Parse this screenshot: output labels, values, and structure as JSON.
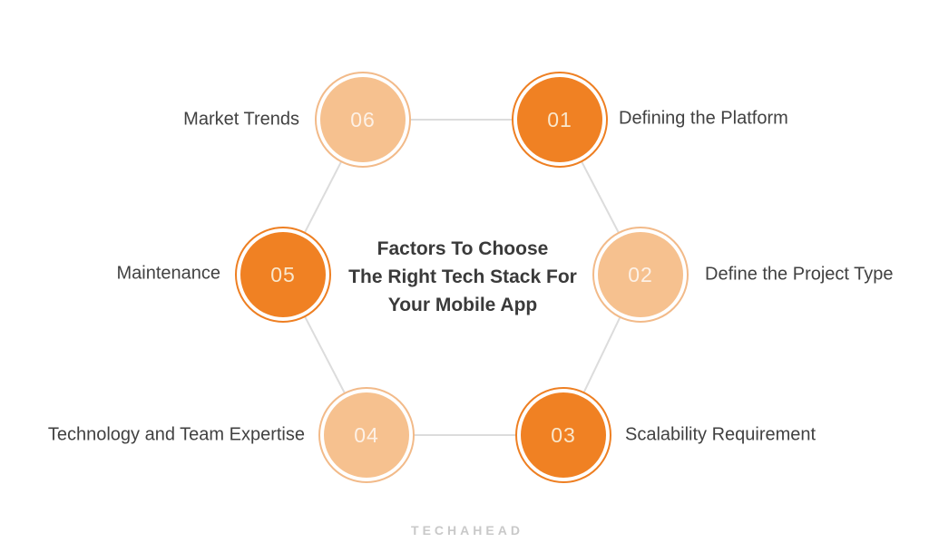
{
  "diagram": {
    "title_lines": [
      "Factors To Choose",
      "The Right Tech Stack For",
      "Your Mobile App"
    ],
    "nodes": [
      {
        "number": "01",
        "label": "Defining the Platform",
        "variant": "dark"
      },
      {
        "number": "02",
        "label": "Define the Project Type",
        "variant": "light"
      },
      {
        "number": "03",
        "label": "Scalability Requirement",
        "variant": "dark"
      },
      {
        "number": "04",
        "label": "Technology and Team Expertise",
        "variant": "light"
      },
      {
        "number": "05",
        "label": "Maintenance",
        "variant": "dark"
      },
      {
        "number": "06",
        "label": "Market Trends",
        "variant": "light"
      }
    ],
    "colors": {
      "dark_orange": "#F08123",
      "light_orange": "#F6C18F",
      "connector_gray": "#DCDCDC",
      "text_dark": "#3A3A3A",
      "logo_gray": "#C9C9C9"
    }
  },
  "brand": {
    "logo_text": "TECHAHEAD"
  }
}
